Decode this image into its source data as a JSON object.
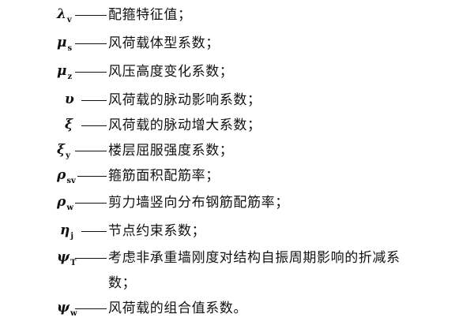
{
  "entries": [
    {
      "symbol": "λ",
      "sub": "v",
      "sup": "",
      "desc": "配箍特征值；"
    },
    {
      "symbol": "μ",
      "sub": "s",
      "sup": "",
      "desc": "风荷载体型系数；"
    },
    {
      "symbol": "μ",
      "sub": "z",
      "sup": "",
      "desc": "风压高度变化系数；"
    },
    {
      "symbol": "υ",
      "sub": "",
      "sup": "",
      "desc": "风荷载的脉动影响系数；"
    },
    {
      "symbol": "ξ",
      "sub": "",
      "sup": "",
      "desc": "风荷载的脉动增大系数；"
    },
    {
      "symbol": "ξ",
      "sub": "y",
      "sup": "",
      "desc": "楼层屈服强度系数；"
    },
    {
      "symbol": "ρ",
      "sub": "sv",
      "sup": "",
      "desc": "箍筋面积配筋率；"
    },
    {
      "symbol": "ρ",
      "sub": "w",
      "sup": "",
      "desc": "剪力墙竖向分布钢筋配筋率；"
    },
    {
      "symbol": "η",
      "sub": "j",
      "sup": "",
      "desc": "节点约束系数；"
    },
    {
      "symbol": "ψ",
      "sub": "T",
      "sup": "",
      "desc": "考虑非承重墙刚度对结构自振周期影响的折减系",
      "desc_cont": "数；"
    },
    {
      "symbol": "ψ",
      "sub": "w",
      "sup": "",
      "desc": "风荷载的组合值系数。"
    }
  ]
}
